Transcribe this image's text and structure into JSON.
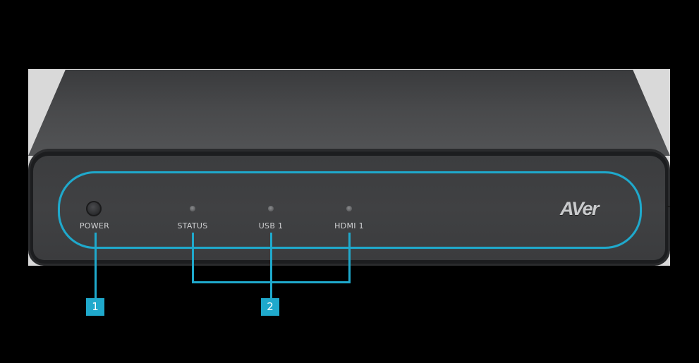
{
  "colors": {
    "accent": "#1fa9cc",
    "background": "#000000",
    "device_body": "#3e3f41",
    "label_text": "#d0d1d3"
  },
  "device": {
    "brand_logo": "AVer",
    "controls": [
      {
        "id": "power",
        "type": "button",
        "label": "POWER",
        "icon": "power-button-icon"
      },
      {
        "id": "status",
        "type": "led",
        "label": "STATUS",
        "icon": "led-indicator-icon"
      },
      {
        "id": "usb1",
        "type": "led",
        "label": "USB 1",
        "icon": "led-indicator-icon"
      },
      {
        "id": "hdmi1",
        "type": "led",
        "label": "HDMI 1",
        "icon": "led-indicator-icon"
      }
    ]
  },
  "callouts": [
    {
      "number": "1",
      "targets": [
        "POWER"
      ]
    },
    {
      "number": "2",
      "targets": [
        "STATUS",
        "USB 1",
        "HDMI 1"
      ]
    }
  ]
}
